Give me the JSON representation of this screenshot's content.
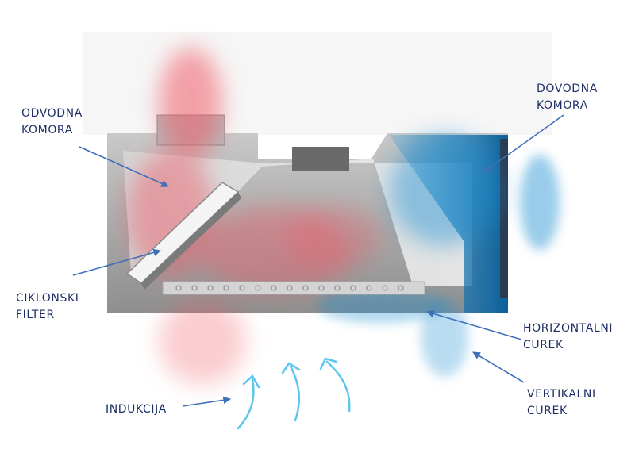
{
  "labels": {
    "exhaust_chamber": {
      "line1": "ODVODNA",
      "line2": "KOMORA"
    },
    "supply_chamber": {
      "line1": "DOVODNA",
      "line2": "KOMORA"
    },
    "cyclone_filter": {
      "line1": "CIKLONSKI",
      "line2": "FILTER"
    },
    "horizontal_jet": {
      "line1": "HORIZONTALNI",
      "line2": "CUREK"
    },
    "vertical_jet": {
      "line1": "VERTIKALNI",
      "line2": "CUREK"
    },
    "induction": {
      "line1": "INDUKCIJA"
    }
  },
  "colors": {
    "label_text": "#1f2f66",
    "leader_line": "#3e6fb8",
    "exhaust_air": "#f05a66",
    "supply_air": "#1a8fd1",
    "induction_arrow": "#5cc6ee",
    "housing": "#9a9a9a"
  }
}
